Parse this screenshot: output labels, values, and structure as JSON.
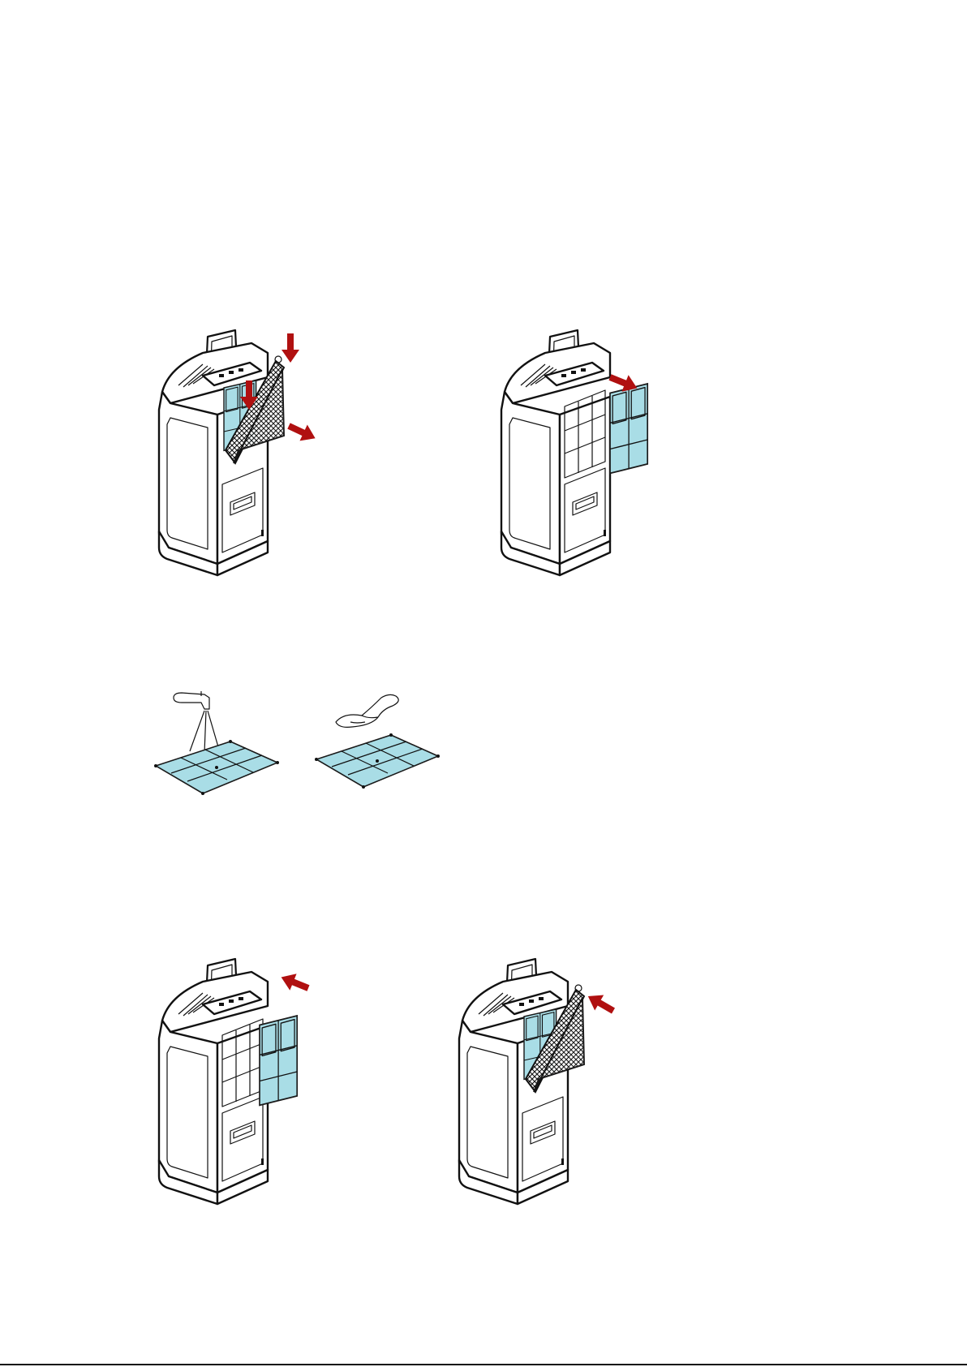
{
  "colors": {
    "filter_blue": "#a9dde6",
    "arrow_red": "#b01010",
    "line": "#111111",
    "background": "#ffffff"
  },
  "figures": [
    {
      "id": "remove-front-grille",
      "icon": "purifier-grille-open",
      "arrows": 3
    },
    {
      "id": "remove-pre-filter",
      "icon": "purifier-filter-pull-out",
      "arrows": 1
    },
    {
      "id": "clean-with-water",
      "icon": "faucet-rinsing-filter"
    },
    {
      "id": "dry-with-cloth",
      "icon": "cloth-wiping-filter"
    },
    {
      "id": "insert-pre-filter",
      "icon": "purifier-filter-push-in",
      "arrows": 1
    },
    {
      "id": "close-front-grille",
      "icon": "purifier-grille-close",
      "arrows": 1
    }
  ]
}
